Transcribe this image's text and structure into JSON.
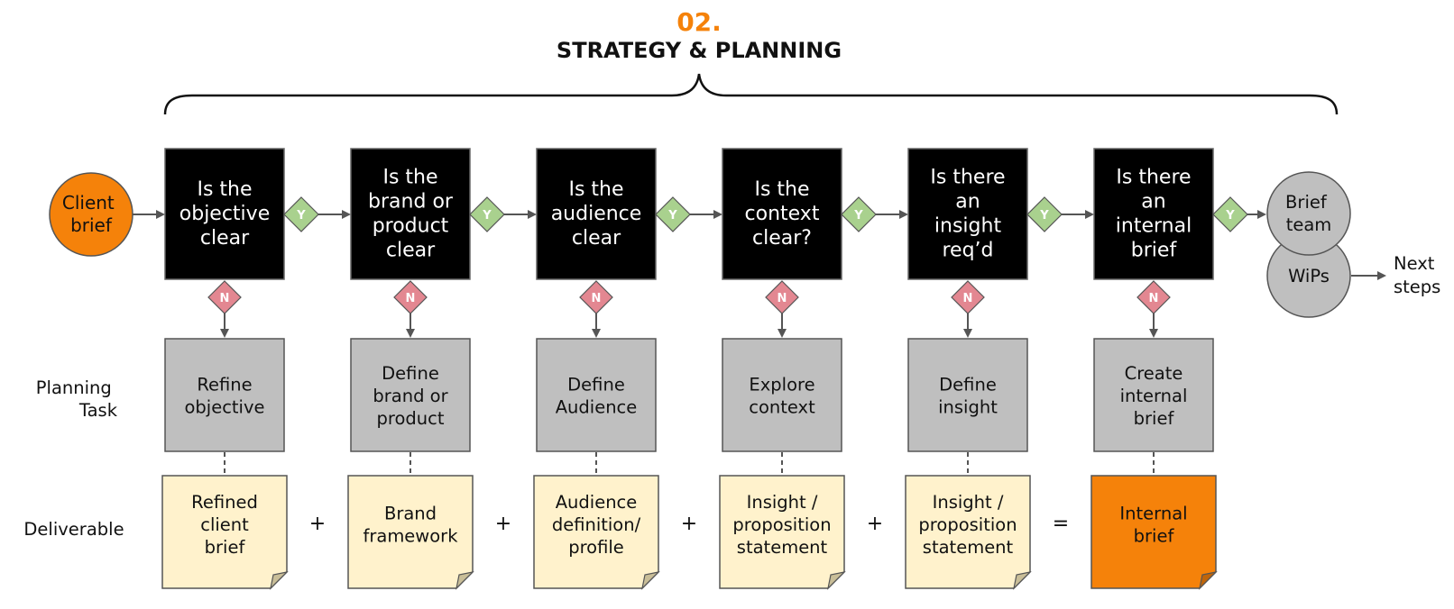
{
  "header": {
    "number": "02.",
    "title": "STRATEGY & PLANNING"
  },
  "colors": {
    "accent": "#F5820A",
    "question_box": "#000000",
    "task_box": "#BFBFBF",
    "deliverable": "#FFF2CC",
    "yes_diamond": "#A9D18E",
    "no_diamond": "#E38791",
    "circle_grey": "#BFBFBF"
  },
  "start": {
    "lines": [
      "Client",
      "brief"
    ]
  },
  "yes_label": "Y",
  "no_label": "N",
  "row_labels": {
    "task": [
      "Planning",
      "Task"
    ],
    "deliverable": [
      "Deliverable"
    ]
  },
  "stages": [
    {
      "question": [
        "Is the",
        "objective",
        "clear"
      ],
      "task": [
        "Refine",
        "objective"
      ],
      "deliverable": [
        "Refined",
        "client",
        "brief"
      ],
      "operator": "+"
    },
    {
      "question": [
        "Is the",
        "brand or",
        "product",
        "clear"
      ],
      "task": [
        "Define",
        "brand or",
        "product"
      ],
      "deliverable": [
        "Brand",
        "framework"
      ],
      "operator": "+"
    },
    {
      "question": [
        "Is the",
        "audience",
        "clear"
      ],
      "task": [
        "Define",
        "Audience"
      ],
      "deliverable": [
        "Audience",
        "definition/",
        "profile"
      ],
      "operator": "+"
    },
    {
      "question": [
        "Is the",
        "context",
        "clear?"
      ],
      "task": [
        "Explore",
        "context"
      ],
      "deliverable": [
        "Insight /",
        "proposition",
        "statement"
      ],
      "operator": "+"
    },
    {
      "question": [
        "Is there",
        "an",
        "insight",
        "req’d"
      ],
      "task": [
        "Define",
        "insight"
      ],
      "deliverable": [
        "Insight /",
        "proposition",
        "statement"
      ],
      "operator": "="
    },
    {
      "question": [
        "Is there",
        "an",
        "internal",
        "brief"
      ],
      "task": [
        "Create",
        "internal",
        "brief"
      ],
      "deliverable": [
        "Internal",
        "brief"
      ],
      "final": true
    }
  ],
  "end_circles": {
    "top": [
      "Brief",
      "team"
    ],
    "bottom": [
      "WiPs"
    ]
  },
  "next": [
    "Next",
    "steps"
  ]
}
